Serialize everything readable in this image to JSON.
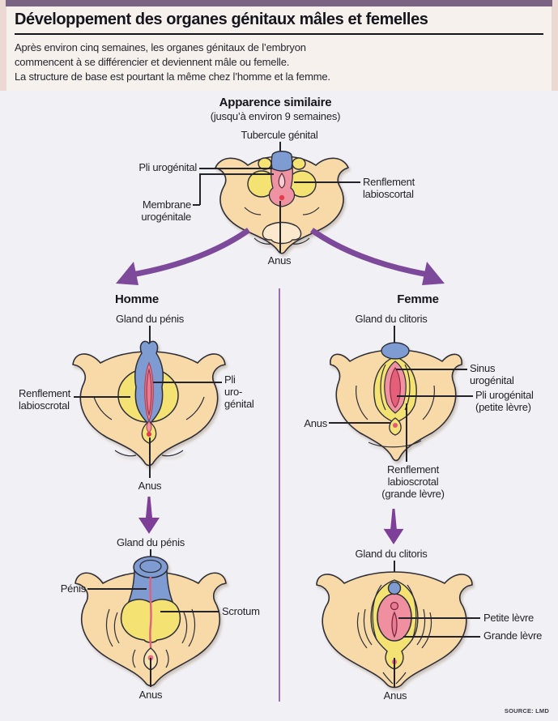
{
  "header": {
    "title": "Développement des organes génitaux mâles et femelles",
    "intro": [
      "Après environ cinq semaines, les organes génitaux de l’embryon",
      "commencent à se différencier et deviennent mâle ou femelle.",
      "La structure de base est pourtant la même chez l’homme et la femme."
    ]
  },
  "stage1": {
    "heading": "Apparence similaire",
    "subheading": "(jusqu’à environ 9 semaines)",
    "labels": {
      "tubercule": "Tubercule génital",
      "pli": "Pli urogénital",
      "renflement": "Renflement\nlabioscortal",
      "membrane": "Membrane\nurogénitale",
      "anus": "Anus"
    }
  },
  "male": {
    "heading": "Homme",
    "stage2": {
      "gland": "Gland du pénis",
      "renflement": "Renflement\nlabioscrotal",
      "pli": "Pli\nuro-\ngénital",
      "anus": "Anus"
    },
    "stage3": {
      "gland": "Gland du pénis",
      "penis": "Pénis",
      "scrotum": "Scrotum",
      "anus": "Anus"
    }
  },
  "female": {
    "heading": "Femme",
    "stage2": {
      "gland": "Gland du clitoris",
      "sinus": "Sinus\nurogénital",
      "pli": "Pli urogénital\n(petite lèvre)",
      "anus": "Anus",
      "renflement": "Renflement\nlabioscrotal\n(grande lèvre)"
    },
    "stage3": {
      "gland": "Gland du clitoris",
      "petite": "Petite lèvre",
      "grande": "Grande lèvre",
      "anus": "Anus"
    }
  },
  "footer": {
    "source": "SOURCE: LMD"
  },
  "colors": {
    "top_bar": "#7b6384",
    "arrow_purple": "#7d4a9b",
    "divider_purple": "#9b6fb0",
    "skin": "#f8d9a8",
    "yellow": "#f4e272",
    "pink": "#ef93a2",
    "blue": "#7f9cd2",
    "accent_red": "#e23c4e"
  }
}
